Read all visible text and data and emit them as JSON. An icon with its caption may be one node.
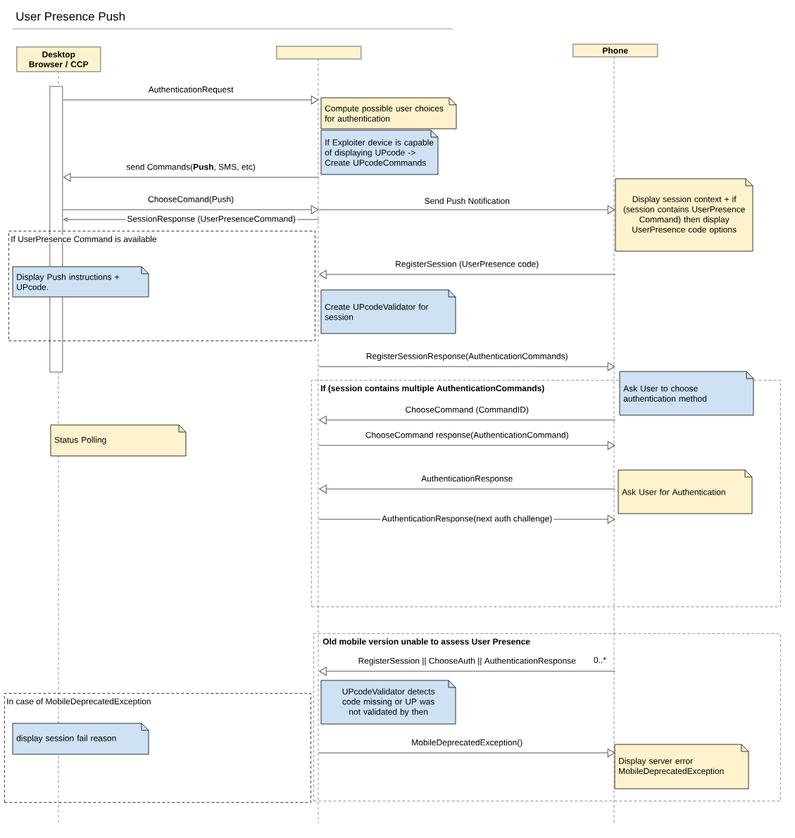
{
  "diagram": {
    "title": "User Presence Push",
    "nodes": [
      {
        "text": [
          "Desktop Browser / CCP"
        ]
      },
      {
        "text": [],
        "shape": "box"
      },
      {
        "text": [
          "Phone"
        ]
      },
      {
        "text": [],
        "shape": "bar",
        "in": 0
      },
      {
        "text": [
          "Compute possible user choices for authentication"
        ]
      },
      {
        "text": [
          "If Exploiter device is capable of displaying UPcode -> Create UPcodeCommands"
        ]
      },
      {
        "text": [
          "Display session context + if (session contains UserPresence Command) then display UserPresence code options"
        ]
      },
      {
        "text": [
          "If UserPresence Command is available"
        ]
      },
      {
        "text": [
          "Display Push instructions + UPcode."
        ],
        "in": 7
      },
      {
        "text": [
          "Create UPcodeValidator for session"
        ]
      },
      {
        "text": [
          "If (session contains multiple AuthenticationCommands)"
        ]
      },
      {
        "text": [
          "Ask User to choose authentication method"
        ]
      },
      {
        "text": [
          "Status Polling"
        ]
      },
      {
        "text": [
          "Ask User for Authentication"
        ],
        "in": 10
      },
      {
        "text": [
          "Old mobile version unable to assess User Presence"
        ]
      },
      {
        "text": [
          "UPcodeValidator detects code missing or UP was not validated by then"
        ],
        "in": 14
      },
      {
        "text": [
          "In case of MobileDeprecatedException"
        ]
      },
      {
        "text": [
          "display session fail reason"
        ],
        "in": 16
      },
      {
        "text": [
          "Display server error MobileDeprecatedException"
        ],
        "in": 14
      }
    ],
    "edges": [
      {
        "from": 3,
        "to": 1,
        "arrow": "to",
        "label": "AuthenticationRequest"
      },
      {
        "from": 1,
        "to": 3,
        "arrow": "to",
        "label": "send Commands(**Push**, SMS, etc)"
      },
      {
        "from": 3,
        "to": 1,
        "arrow": "to",
        "label": "ChooseComand(Push)"
      },
      {
        "from": 1,
        "to": 2,
        "arrow": "to",
        "label": "Send Push Notification"
      },
      {
        "from": 1,
        "to": 3,
        "arrow": "to",
        "label": "SessionResponse (UserPresenceCommand)"
      },
      {
        "from": 2,
        "to": 1,
        "arrow": "to",
        "label": "RegisterSession (UserPresence code)"
      },
      {
        "from": 1,
        "to": 2,
        "arrow": "to",
        "label": "RegisterSessionResponse(AuthenticationCommands)"
      },
      {
        "from": 2,
        "to": 1,
        "arrow": "to",
        "label": "ChooseCommand (CommandID)"
      },
      {
        "from": 1,
        "to": 2,
        "arrow": "to",
        "label": "ChooseCommand response(AuthenticationCommand)"
      },
      {
        "from": 2,
        "to": 1,
        "arrow": "to",
        "label": "AuthenticationResponse"
      },
      {
        "from": 1,
        "to": 2,
        "arrow": "to",
        "label": "AuthenticationResponse(next auth challenge)"
      },
      {
        "from": 2,
        "to": 1,
        "arrow": "to",
        "label": "RegisterSession || ChooseAuth || AuthenticationResponse"
      },
      {
        "from": 1,
        "to": 2,
        "arrow": "to",
        "label": "MobileDeprecatedException()"
      }
    ],
    "labels": [
      "0..*"
    ]
  }
}
